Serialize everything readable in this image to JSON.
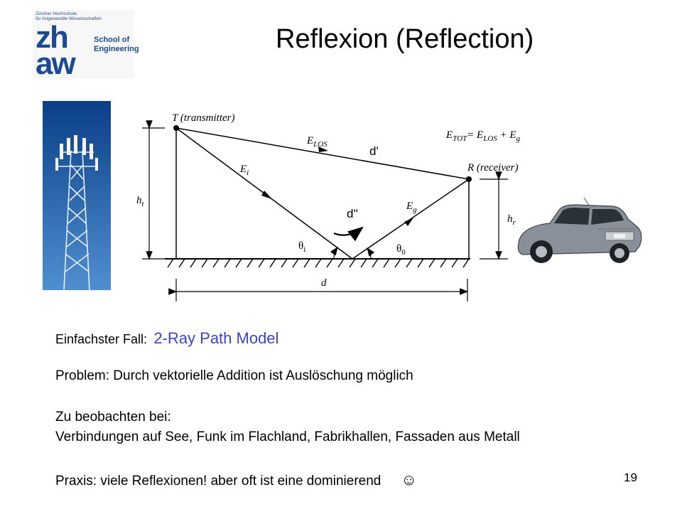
{
  "logo": {
    "line1": "Zürcher Hochschule",
    "line2": "für Angewandte Wissenschaften",
    "zh": "zh",
    "aw": "aw",
    "school1": "School of",
    "school2": "Engineering"
  },
  "title": "Reflexion (Reflection)",
  "diagram": {
    "transmitter": "T (transmitter)",
    "receiver": "R (receiver)",
    "e_los": "E",
    "e_los_sub": "LOS",
    "d_prime": "d'",
    "e_tot": "E",
    "e_tot_sub": "TOT",
    "e_tot_rhs": "= E",
    "e_tot_rhs_sub": "LOS",
    "e_tot_plus": " + E",
    "e_tot_plus_sub": "g",
    "e_i": "E",
    "e_i_sub": "i",
    "e_g": "E",
    "e_g_sub": "g",
    "d_double": "d''",
    "h_t": "h",
    "h_t_sub": "t",
    "h_r": "h",
    "h_r_sub": "r",
    "theta_i": "θ",
    "theta_i_sub": "i",
    "theta_0": "θ",
    "theta_0_sub": "0",
    "d": "d"
  },
  "text": {
    "line1_label": "Einfachster Fall:",
    "line1_model": "2-Ray Path Model",
    "line2": "Problem: Durch vektorielle Addition ist Auslöschung möglich",
    "line3": "Zu beobachten bei:",
    "line4": "Verbindungen auf See, Funk im Flachland, Fabrikhallen, Fassaden aus Metall",
    "line5": "Praxis: viele Reflexionen! aber oft ist eine dominierend",
    "smiley": "☺"
  },
  "page_number": "19"
}
